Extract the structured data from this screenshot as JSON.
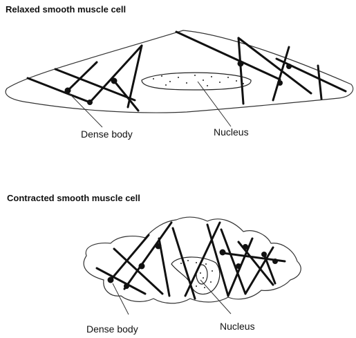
{
  "relaxed": {
    "title": "Relaxed smooth muscle cell",
    "dense_body_label": "Dense body",
    "nucleus_label": "Nucleus"
  },
  "contracted": {
    "title": "Contracted smooth muscle cell",
    "dense_body_label": "Dense body",
    "nucleus_label": "Nucleus"
  }
}
